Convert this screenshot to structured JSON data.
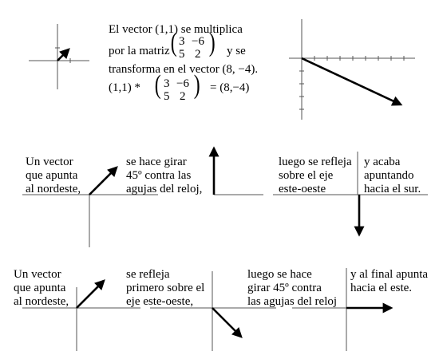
{
  "intro": {
    "line1": "El vector (1,1) se multiplica",
    "line2_prefix": "por la matriz",
    "line2_suffix": "y se",
    "line3": "transforma en el vector (8, −4).",
    "eq_prefix": "(1,1) *",
    "eq_suffix": "= (8,−4)",
    "matrix": [
      [
        "3",
        "−6"
      ],
      [
        "5",
        "2"
      ]
    ]
  },
  "row1": {
    "left": [
      "Un vector",
      "que apunta",
      "al nordeste,"
    ],
    "mid": [
      "se hace girar",
      "45º contra las",
      "agujas del reloj,"
    ],
    "right_a": [
      "luego se refleja",
      "sobre el eje",
      "este-oeste"
    ],
    "right_b": [
      "y acaba",
      "apuntando",
      "hacia el sur."
    ]
  },
  "row2": {
    "left": [
      "Un vector",
      "que apunta",
      "al nordeste,"
    ],
    "mid": [
      "se refleja",
      "primero sobre el",
      "eje este-oeste,"
    ],
    "right_a": [
      "luego se hace",
      "girar 45º contra",
      "las agujas del reloj"
    ],
    "right_b": [
      "y al final apunta",
      "hacia el este."
    ]
  }
}
